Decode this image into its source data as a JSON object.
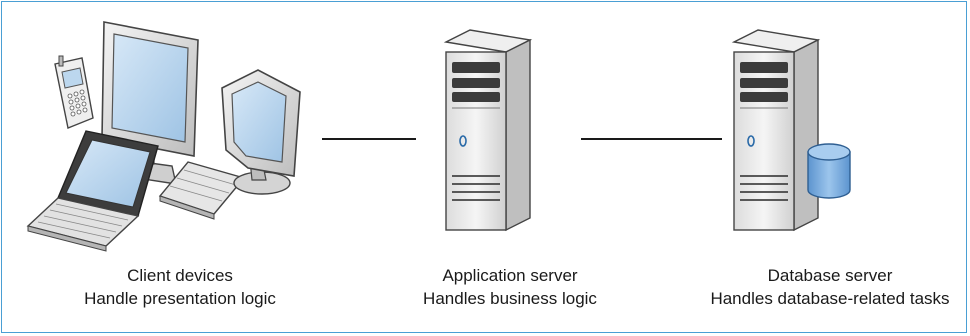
{
  "nodes": [
    {
      "id": "client",
      "title": "Client devices",
      "subtitle": "Handle presentation logic"
    },
    {
      "id": "app",
      "title": "Application server",
      "subtitle": "Handles business logic"
    },
    {
      "id": "db",
      "title": "Database server",
      "subtitle": "Handles database-related tasks"
    }
  ],
  "connections": [
    {
      "from": "client",
      "to": "app"
    },
    {
      "from": "app",
      "to": "db"
    }
  ],
  "colors": {
    "frame_border": "#4a9fd4",
    "screen": "#bcd7ee",
    "device_body": "#e4e4e4",
    "database_cylinder": "#7aaee0"
  },
  "icons": [
    "cell-phone-icon",
    "desktop-monitor-icon",
    "laptop-icon",
    "keyboard-icon",
    "server-tower-icon",
    "database-cylinder-icon"
  ]
}
